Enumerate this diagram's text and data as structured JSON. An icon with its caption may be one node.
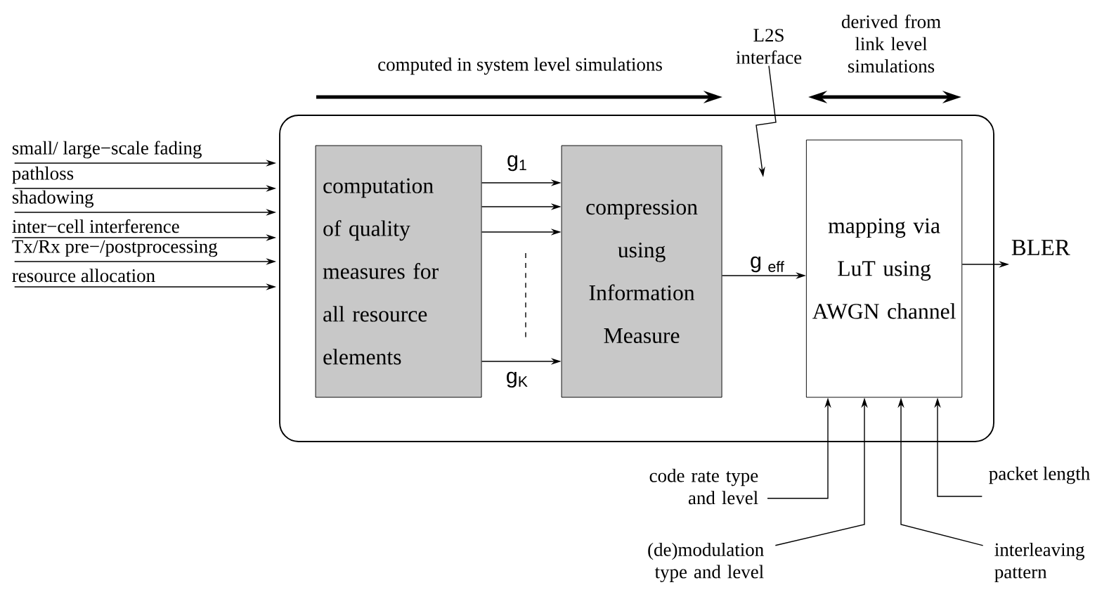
{
  "diagram": {
    "nodes": [
      {
        "text": [],
        "shape": "box"
      },
      {
        "text": [
          "computation of quality measures for all resource elements"
        ],
        "in": 0
      },
      {
        "text": [
          "compression using Information Measure"
        ],
        "in": 0
      },
      {
        "text": [
          "mapping via LuT using AWGN channel"
        ],
        "in": 0
      },
      {
        "text": [
          "small/ large−scale fading"
        ]
      },
      {
        "text": [
          "pathloss"
        ]
      },
      {
        "text": [
          "shadowing"
        ]
      },
      {
        "text": [
          "inter−cell interference"
        ]
      },
      {
        "text": [
          "Tx/Rx pre−/postprocessing"
        ]
      },
      {
        "text": [
          "resource allocation"
        ]
      },
      {
        "text": [
          "BLER"
        ]
      },
      {
        "text": [
          "code rate type and level"
        ]
      },
      {
        "text": [
          "(de)modulation type and level"
        ]
      },
      {
        "text": [
          "interleaving pattern"
        ]
      },
      {
        "text": [
          "packet length"
        ]
      },
      {
        "text": [
          "L2S interface"
        ]
      }
    ],
    "edges": [
      {
        "from": 4,
        "to": 0,
        "arrow": "to"
      },
      {
        "from": 5,
        "to": 0,
        "arrow": "to"
      },
      {
        "from": 6,
        "to": 0,
        "arrow": "to"
      },
      {
        "from": 7,
        "to": 0,
        "arrow": "to"
      },
      {
        "from": 8,
        "to": 0,
        "arrow": "to"
      },
      {
        "from": 9,
        "to": 0,
        "arrow": "to"
      },
      {
        "from": 1,
        "to": 2,
        "arrow": "to",
        "label": "g$_{1}$"
      },
      {
        "from": 1,
        "to": 2,
        "arrow": "to"
      },
      {
        "from": 1,
        "to": 2,
        "arrow": "to"
      },
      {
        "from": 1,
        "to": 2,
        "arrow": "to",
        "label": "g$_{K}$"
      },
      {
        "from": 2,
        "to": 3,
        "arrow": "to",
        "label": "g $_{eff}$"
      },
      {
        "from": 3,
        "to": 10,
        "arrow": "to"
      },
      {
        "from": 11,
        "to": 3,
        "arrow": "to"
      },
      {
        "from": 12,
        "to": 3,
        "arrow": "to"
      },
      {
        "from": 13,
        "to": 3,
        "arrow": "to"
      },
      {
        "from": 14,
        "to": 3,
        "arrow": "to"
      },
      {
        "from": 15,
        "to": null,
        "arrow": "to"
      }
    ],
    "labels": [
      "computed in system level simulations",
      "derived from link level simulations"
    ]
  }
}
